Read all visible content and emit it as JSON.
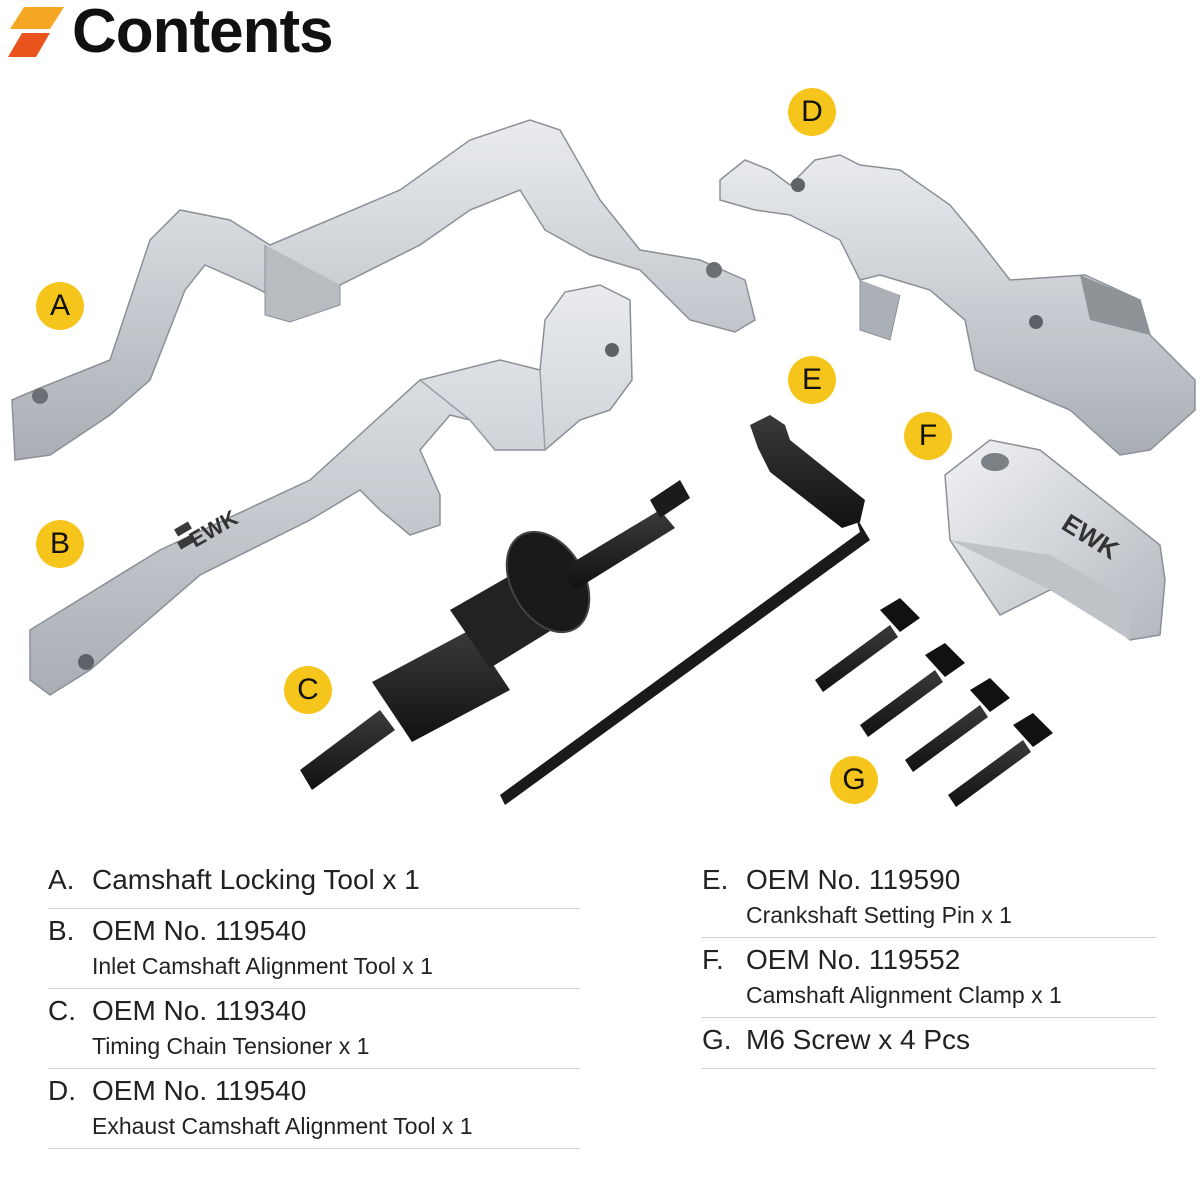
{
  "header": {
    "title": "Contents",
    "logo_color": "#f08a1c",
    "logo_icon": "orange-slash-logo-icon"
  },
  "badges": {
    "accent_color": "#f6c51c",
    "a": "A",
    "b": "B",
    "c": "C",
    "d": "D",
    "e": "E",
    "f": "F",
    "g": "G"
  },
  "brand_mark": "EWK",
  "items_left": [
    {
      "letter": "A.",
      "title": "Camshaft Locking Tool x 1",
      "subtitle": ""
    },
    {
      "letter": "B.",
      "title": "OEM No. 119540",
      "subtitle": "Inlet Camshaft Alignment Tool x 1"
    },
    {
      "letter": "C.",
      "title": "OEM No. 119340",
      "subtitle": "Timing Chain Tensioner x 1"
    },
    {
      "letter": "D.",
      "title": "OEM No. 119540",
      "subtitle": "Exhaust Camshaft Alignment Tool x 1"
    }
  ],
  "items_right": [
    {
      "letter": "E.",
      "title": "OEM No. 119590",
      "subtitle": "Crankshaft Setting Pin x 1"
    },
    {
      "letter": "F.",
      "title": "OEM No. 119552",
      "subtitle": "Camshaft Alignment Clamp x 1"
    },
    {
      "letter": "G.",
      "title": "M6 Screw x 4 Pcs",
      "subtitle": ""
    }
  ]
}
